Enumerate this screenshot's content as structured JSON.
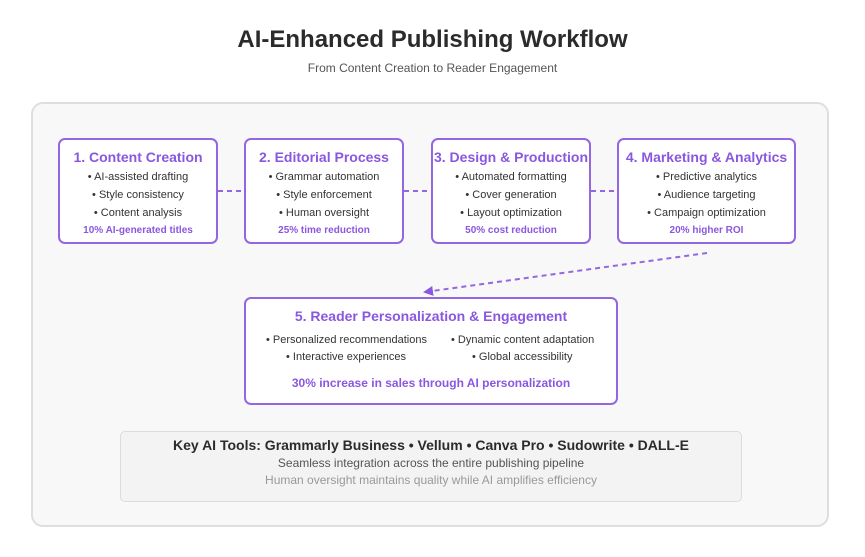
{
  "header": {
    "title": "AI-Enhanced Publishing Workflow",
    "subtitle": "From Content Creation to Reader Engagement"
  },
  "stages": [
    {
      "title": "1. Content Creation",
      "items": [
        "• AI-assisted drafting",
        "• Style consistency",
        "• Content analysis"
      ],
      "metric": "10% AI-generated titles"
    },
    {
      "title": "2. Editorial Process",
      "items": [
        "• Grammar automation",
        "• Style enforcement",
        "• Human oversight"
      ],
      "metric": "25% time reduction"
    },
    {
      "title": "3. Design & Production",
      "items": [
        "• Automated formatting",
        "• Cover generation",
        "• Layout optimization"
      ],
      "metric": "50% cost reduction"
    },
    {
      "title": "4. Marketing & Analytics",
      "items": [
        "• Predictive analytics",
        "• Audience targeting",
        "• Campaign optimization"
      ],
      "metric": "20% higher ROI"
    },
    {
      "title": "5. Reader Personalization & Engagement",
      "items": [
        "• Personalized recommendations",
        "• Dynamic content adaptation",
        "• Interactive experiences",
        "• Global accessibility"
      ],
      "metric": "30% increase in sales through AI personalization"
    }
  ],
  "tools": {
    "heading": "Key AI Tools: Grammarly Business • Vellum • Canva Pro • Sudowrite • DALL-E",
    "line1": "Seamless integration across the entire publishing pipeline",
    "line2": "Human oversight maintains quality while AI amplifies efficiency"
  },
  "colors": {
    "accent": "#8a57e0",
    "border": "#9466df",
    "panel": "#f8f8f8"
  }
}
